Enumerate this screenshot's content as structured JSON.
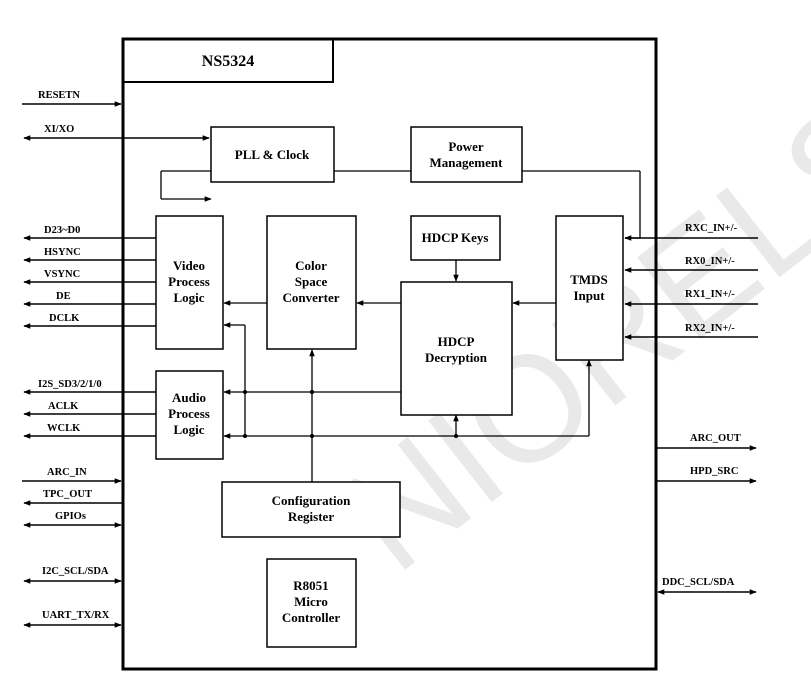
{
  "chip": {
    "name": "NS5324"
  },
  "watermark": "NIORELSYS",
  "blocks": {
    "pll": [
      "PLL & Clock"
    ],
    "power": [
      "Power",
      "Management"
    ],
    "video": [
      "Video",
      "Process",
      "Logic"
    ],
    "csc": [
      "Color",
      "Space",
      "Converter"
    ],
    "hdcp_keys": [
      "HDCP Keys"
    ],
    "tmds": [
      "TMDS",
      "Input"
    ],
    "hdcp_dec": [
      "HDCP",
      "Decryption"
    ],
    "audio": [
      "Audio",
      "Process",
      "Logic"
    ],
    "config": [
      "Configuration",
      "Register"
    ],
    "mcu": [
      "R8051",
      "Micro",
      "Controller"
    ]
  },
  "signals": {
    "resetn": "RESETN",
    "xi_xo": "XI/XO",
    "d23_d0": "D23~D0",
    "hsync": "HSYNC",
    "vsync": "VSYNC",
    "de": "DE",
    "dclk": "DCLK",
    "i2s": "I2S_SD3/2/1/0",
    "aclk": "ACLK",
    "wclk": "WCLK",
    "arc_in": "ARC_IN",
    "tpc_out": "TPC_OUT",
    "gpios": "GPIOs",
    "i2c": "I2C_SCL/SDA",
    "uart": "UART_TX/RX",
    "rxc": "RXC_IN+/-",
    "rx0": "RX0_IN+/-",
    "rx1": "RX1_IN+/-",
    "rx2": "RX2_IN+/-",
    "arc_out": "ARC_OUT",
    "hpd_src": "HPD_SRC",
    "ddc": "DDC_SCL/SDA"
  }
}
